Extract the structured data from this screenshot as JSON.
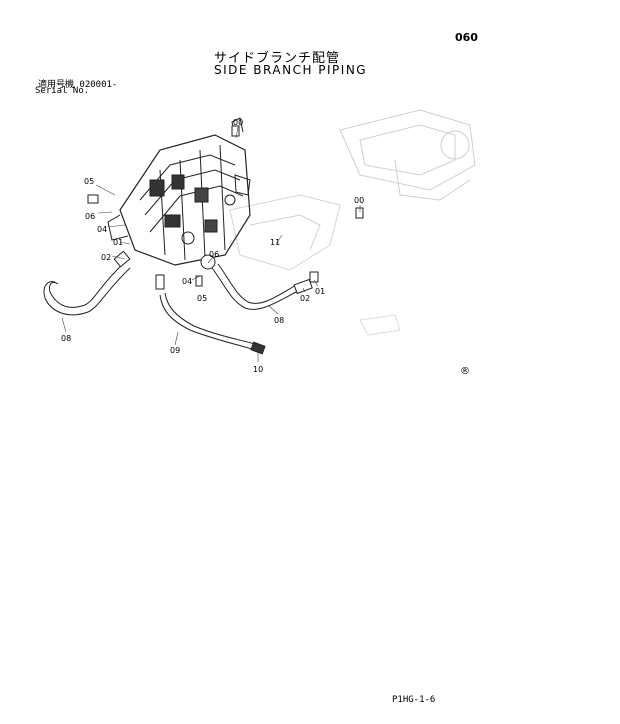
{
  "header": {
    "page_number": "060",
    "title_japanese": "サイドブランチ配管",
    "title_english": "SIDE BRANCH PIPING",
    "serial_label_japanese": "適用号機  020001-",
    "serial_label_english": "Serial No."
  },
  "diagram": {
    "callouts": [
      "00",
      "05",
      "06",
      "04",
      "01",
      "02",
      "06",
      "04",
      "05",
      "00",
      "11",
      "02",
      "01",
      "08",
      "08",
      "09",
      "10"
    ],
    "registered_mark": "®"
  },
  "footer": {
    "code": "P1HG-1-6"
  }
}
